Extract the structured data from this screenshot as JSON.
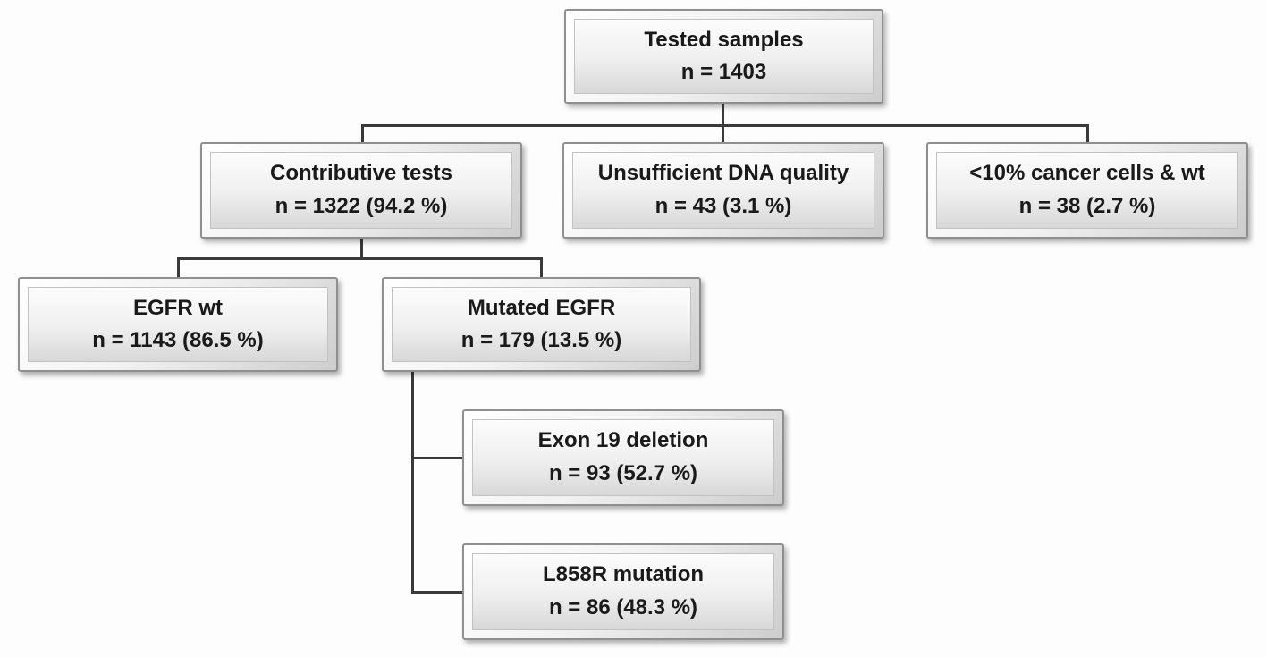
{
  "figure": {
    "title": "EGFR testing flowchart",
    "background_color": "#fdfdfd",
    "box_face_color": "#e8e8e8",
    "box_border_color": "#8f8f8f",
    "connector_color": "#3a3a3a",
    "text_color": "#1a1a1a"
  },
  "nodes": {
    "tested": {
      "label": "Tested samples",
      "count": "n = 1403"
    },
    "contributive": {
      "label": "Contributive tests",
      "count": "n = 1322 (94.2 %)"
    },
    "insufficient": {
      "label": "Unsufficient DNA quality",
      "count": "n = 43 (3.1 %)"
    },
    "low_cancer": {
      "label": "<10% cancer cells & wt",
      "count": "n = 38 (2.7 %)"
    },
    "egfr_wt": {
      "label": "EGFR wt",
      "count": "n = 1143 (86.5 %)"
    },
    "mutated_egfr": {
      "label": "Mutated EGFR",
      "count": "n = 179 (13.5 %)"
    },
    "exon19": {
      "label": "Exon 19 deletion",
      "count": "n = 93 (52.7 %)"
    },
    "l858r": {
      "label": "L858R mutation",
      "count": "n = 86 (48.3 %)"
    }
  },
  "edges": [
    {
      "from": "tested",
      "to": "contributive"
    },
    {
      "from": "tested",
      "to": "insufficient"
    },
    {
      "from": "tested",
      "to": "low_cancer"
    },
    {
      "from": "contributive",
      "to": "egfr_wt"
    },
    {
      "from": "contributive",
      "to": "mutated_egfr"
    },
    {
      "from": "mutated_egfr",
      "to": "exon19"
    },
    {
      "from": "mutated_egfr",
      "to": "l858r"
    }
  ]
}
